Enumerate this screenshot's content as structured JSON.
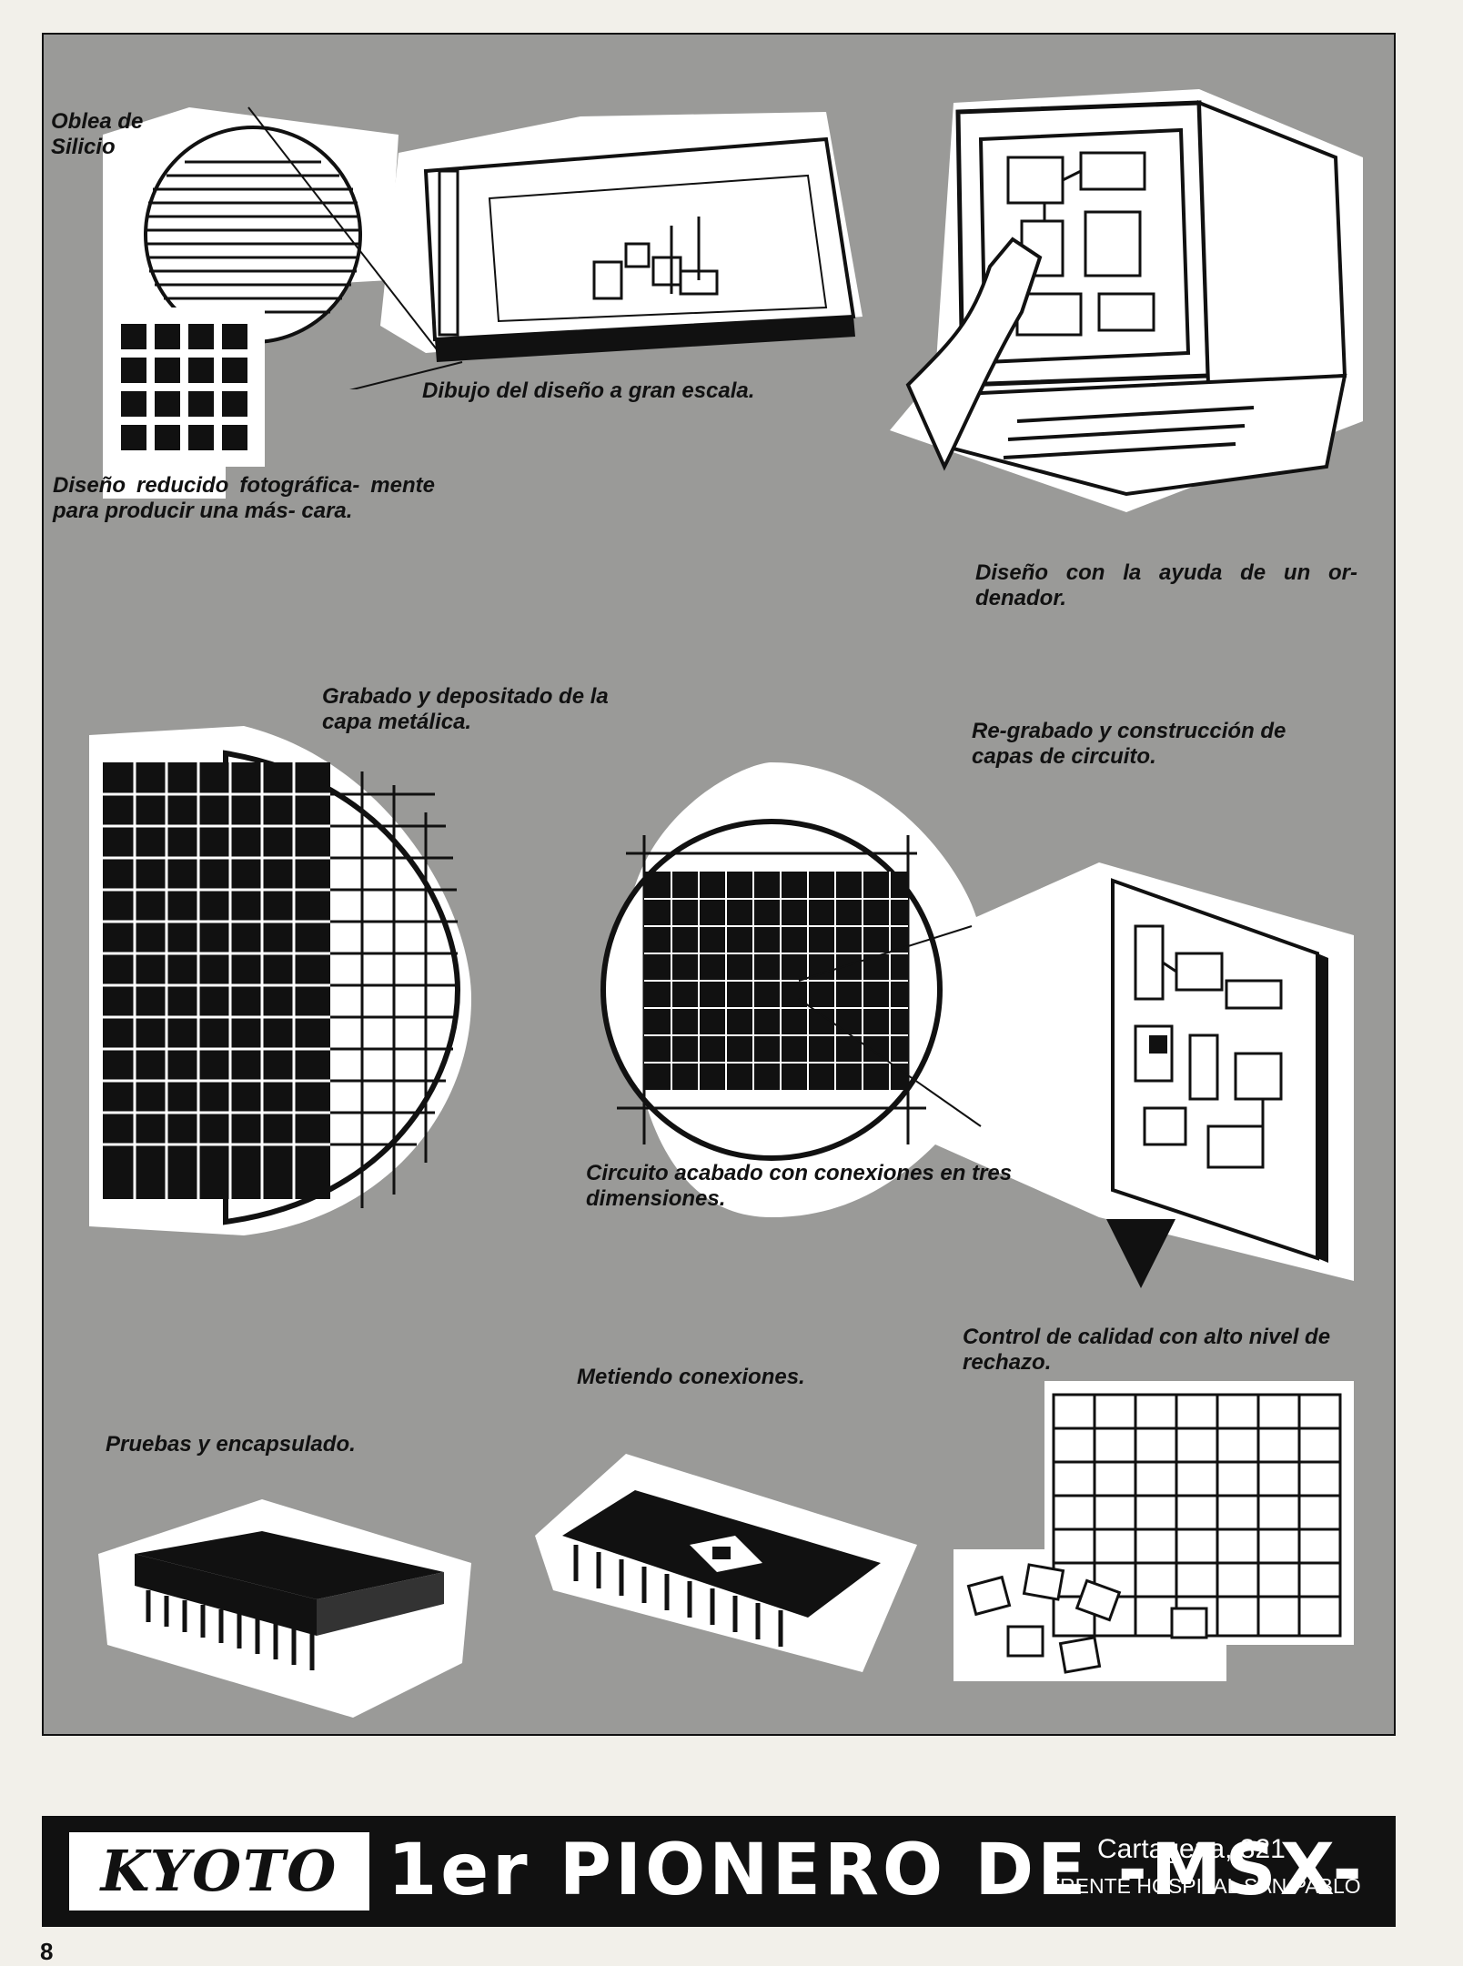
{
  "captions": {
    "wafer_label": "Oblea de Silicio",
    "large_drawing": "Dibujo del diseño a gran escala.",
    "photo_reduction": "Diseño reducido fotográfica- mente para producir una más- cara.",
    "computer_design": "Diseño con la ayuda de un or- denador.",
    "etching_metal": "Grabado y depositado de la capa metálica.",
    "reetching_layers": "Re-grabado y construcción de capas de circuito.",
    "finished_circuit": "Circuito acabado con conexiones en tres dimensiones.",
    "quality_control": "Control de calidad con alto nivel de rechazo.",
    "inserting_connections": "Metiendo conexiones.",
    "testing_packaging": "Pruebas y encapsulado."
  },
  "advert": {
    "logo": "KYOTO",
    "headline": "1er PIONERO DE -MSX-",
    "street": "Cartagena, 321",
    "landmark": "FRENTE HOSPITAL SAN PABLO"
  },
  "page_number": "8",
  "colors": {
    "panel": "#9a9a98",
    "ink": "#111111",
    "paper": "#f2f0ea"
  }
}
